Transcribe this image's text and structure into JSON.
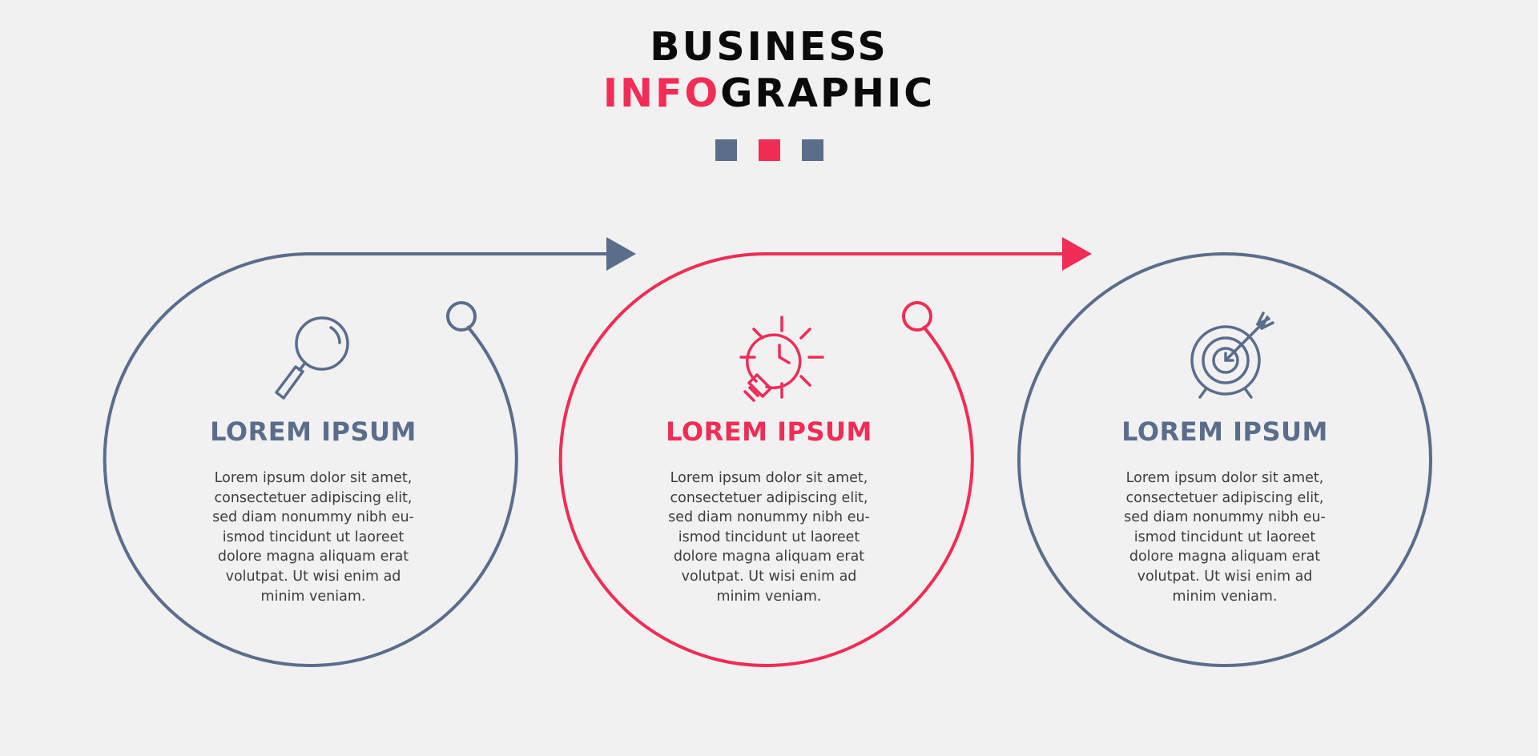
{
  "header": {
    "line1": "BUSINESS",
    "line2_accent": "INFO",
    "line2_rest": "GRAPHIC"
  },
  "colors": {
    "background": "#f1f1f2",
    "slate": "#5a6d8b",
    "red": "#f12c55",
    "text": "#3d3d3d",
    "title": "#0a0a0a"
  },
  "squares": [
    {
      "color": "#5a6d8b"
    },
    {
      "color": "#f12c55"
    },
    {
      "color": "#5a6d8b"
    }
  ],
  "steps": [
    {
      "color": "#5a6d8b",
      "icon": "magnifier-icon",
      "title": "LOREM IPSUM",
      "text": "Lorem ipsum dolor sit amet,\nconsectetuer adipiscing elit,\nsed diam nonummy nibh eu-\nismod tincidunt ut laoreet\ndolore magna aliquam erat\nvolutpat. Ut wisi enim ad\nminim veniam."
    },
    {
      "color": "#f12c55",
      "icon": "lightbulb-icon",
      "title": "LOREM IPSUM",
      "text": "Lorem ipsum dolor sit amet,\nconsectetuer adipiscing elit,\nsed diam nonummy nibh eu-\nismod tincidunt ut laoreet\ndolore magna aliquam erat\nvolutpat. Ut wisi enim ad\nminim veniam."
    },
    {
      "color": "#5a6d8b",
      "icon": "target-icon",
      "title": "LOREM IPSUM",
      "text": "Lorem ipsum dolor sit amet,\nconsectetuer adipiscing elit,\nsed diam nonummy nibh eu-\nismod tincidunt ut laoreet\ndolore magna aliquam erat\nvolutpat. Ut wisi enim ad\nminim veniam."
    }
  ]
}
